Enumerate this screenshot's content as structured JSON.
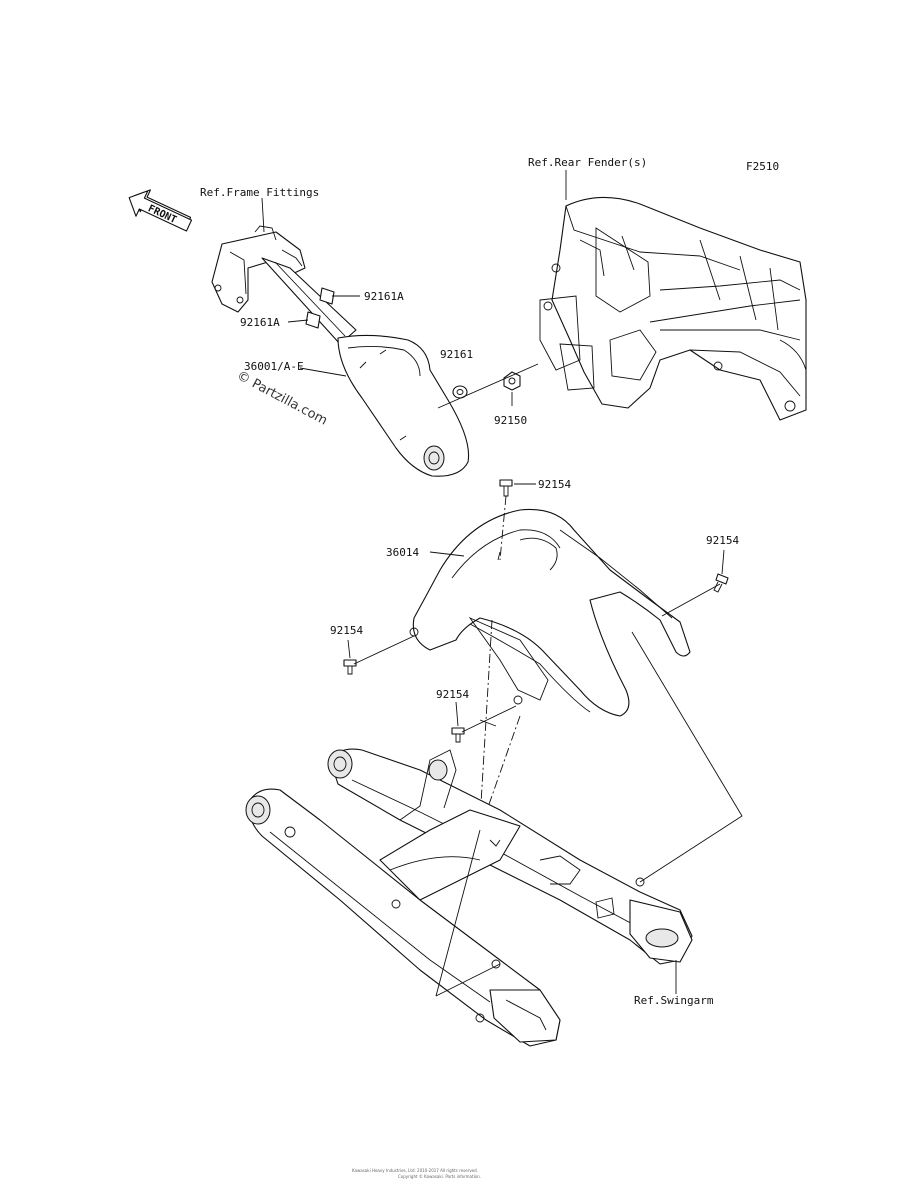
{
  "labels": {
    "figure_code": "F2510",
    "ref_frame": "Ref.Frame Fittings",
    "ref_fender": "Ref.Rear Fender(s)",
    "ref_swingarm": "Ref.Swingarm",
    "front_arrow": "FRONT",
    "p92161A_top": "92161A",
    "p92161A_left": "92161A",
    "p92161": "92161",
    "p36001": "36001/A-E",
    "p92150": "92150",
    "p92154_top": "92154",
    "p92154_right": "92154",
    "p92154_left": "92154",
    "p92154_mid": "92154",
    "p36014": "36014"
  },
  "watermark": "© Partzilla.com",
  "footer": {
    "line1": "Kawasaki Heavy Industries, Ltd. 2010-2017 All rights reserved.",
    "line2": "Copyright © Kawasaki. Parts information."
  }
}
